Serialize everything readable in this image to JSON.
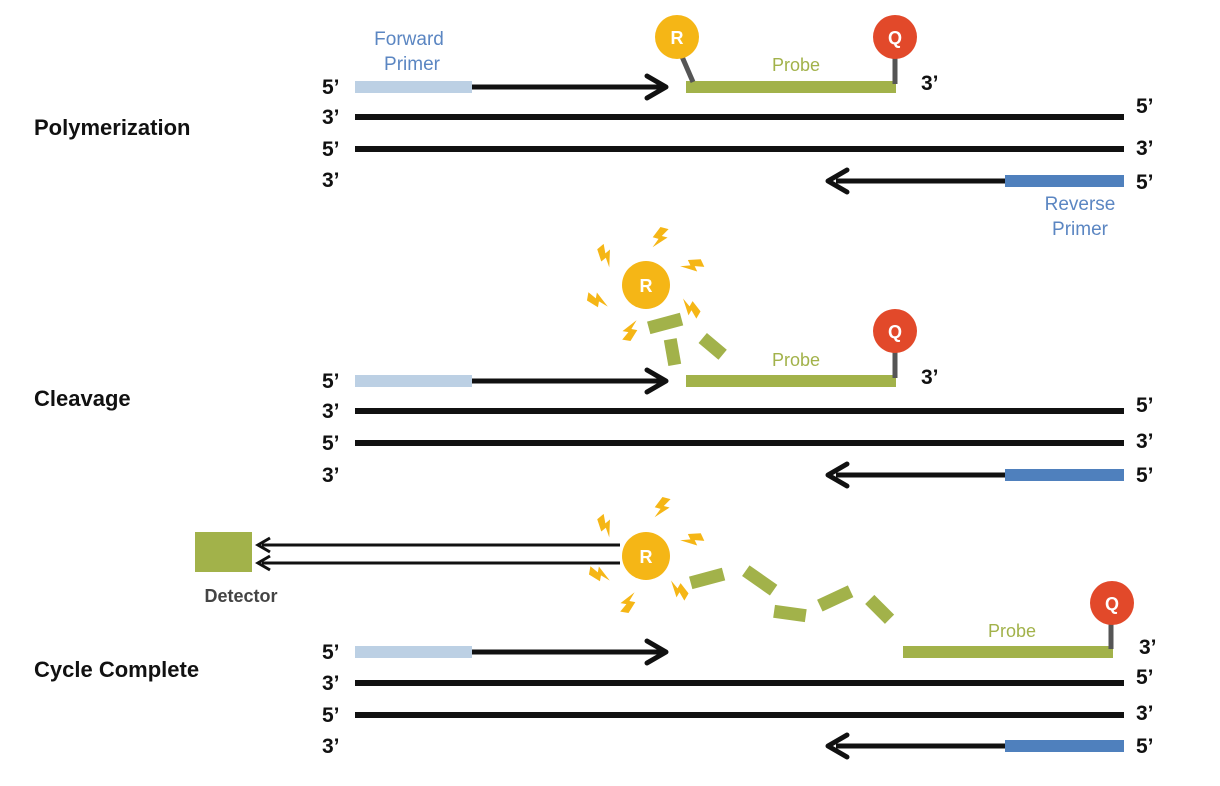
{
  "stages": {
    "polymerization": "Polymerization",
    "cleavage": "Cleavage",
    "cycle_complete": "Cycle Complete"
  },
  "ends": {
    "five": "5’",
    "three": "3’"
  },
  "labels": {
    "forward_primer_line1": "Forward",
    "forward_primer_line2": "Primer",
    "reverse_primer_line1": "Reverse",
    "reverse_primer_line2": "Primer",
    "probe": "Probe",
    "reporter": "R",
    "quencher": "Q",
    "detector": "Detector"
  },
  "colors": {
    "strand": "#111111",
    "forward_primer": "#bcd0e4",
    "reverse_primer": "#4f80bd",
    "probe": "#a2b24a",
    "reporter": "#f5b616",
    "quencher": "#e2492a",
    "spark": "#f5b616",
    "detector": "#a2b24a"
  },
  "icons": [
    "arrow-right-icon",
    "arrow-left-icon",
    "spark-icon",
    "reporter-circle-icon",
    "quencher-circle-icon",
    "detector-square-icon"
  ]
}
